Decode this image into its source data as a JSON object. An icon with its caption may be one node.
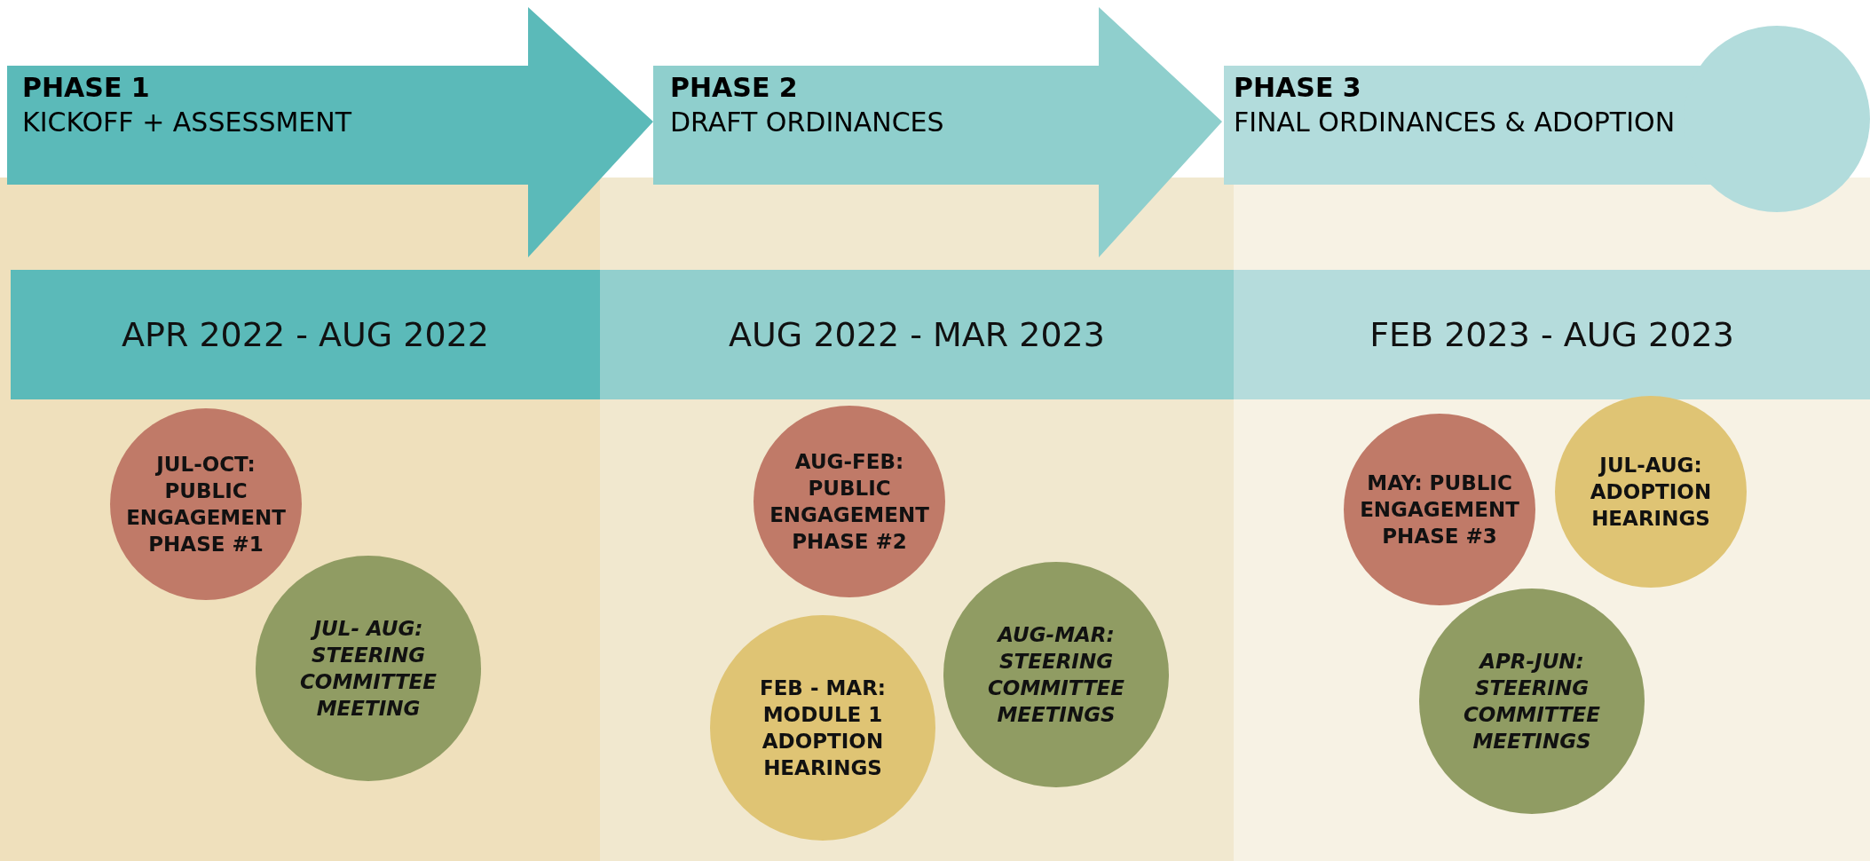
{
  "diagram": {
    "nodes": [
      {
        "text": [
          "PHASE 1",
          "KICKOFF + ASSESSMENT"
        ]
      },
      {
        "text": [
          "PHASE 2",
          "DRAFT ORDINANCES"
        ]
      },
      {
        "text": [
          "PHASE 3",
          "FINAL ORDINANCES & ADOPTION"
        ]
      },
      {
        "text": [
          "APR 2022 - AUG 2022"
        ]
      },
      {
        "text": [
          "AUG 2022 - MAR 2023"
        ]
      },
      {
        "text": [
          "FEB 2023 - AUG 2023"
        ]
      },
      {
        "text": [
          "JUL-OCT: PUBLIC ENGAGEMENT PHASE #1"
        ]
      },
      {
        "text": [
          "JUL- AUG: STEERING COMMITTEE MEETING"
        ]
      },
      {
        "text": [
          "AUG-FEB: PUBLIC ENGAGEMENT PHASE #2"
        ]
      },
      {
        "text": [
          "AUG-MAR: STEERING COMMITTEE MEETINGS"
        ]
      },
      {
        "text": [
          "FEB - MAR: MODULE 1 ADOPTION HEARINGS"
        ]
      },
      {
        "text": [
          "MAY: PUBLIC ENGAGEMENT PHASE #3"
        ]
      },
      {
        "text": [
          "JUL-AUG: ADOPTION HEARINGS"
        ]
      },
      {
        "text": [
          "APR-JUN: STEERING COMMITTEE MEETINGS"
        ]
      }
    ]
  }
}
